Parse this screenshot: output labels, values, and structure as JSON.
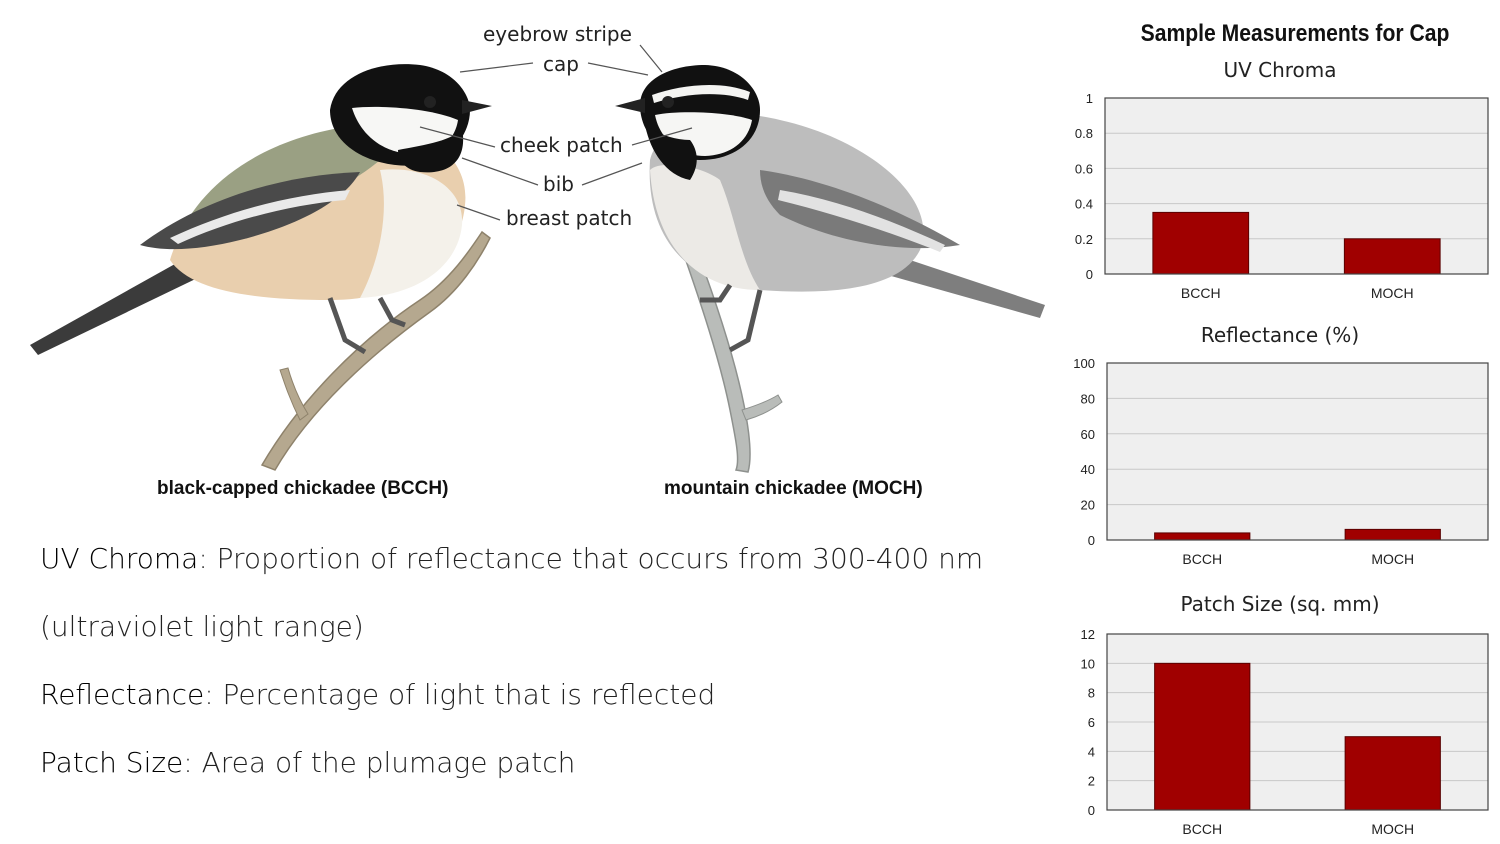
{
  "callouts": {
    "eyebrow_stripe": "eyebrow stripe",
    "cap": "cap",
    "cheek_patch": "cheek patch",
    "bib": "bib",
    "breast_patch": "breast patch"
  },
  "birds": {
    "left_name": "black-capped chickadee (BCCH)",
    "right_name": "mountain chickadee (MOCH)"
  },
  "definitions": [
    {
      "term": "UV Chroma",
      "text": ": Proportion of reflectance that occurs from 300-400 nm"
    },
    {
      "term": "",
      "text": "(ultraviolet light range)"
    },
    {
      "term": "Reflectance",
      "text": ": Percentage of light that is reflected"
    },
    {
      "term": "Patch Size",
      "text": ": Area of the plumage patch"
    }
  ],
  "charts_title": "Sample Measurements for Cap",
  "colors": {
    "bar": "#a00000",
    "plot_bg": "#efefef",
    "grid": "#c8c8c8",
    "frame": "#444444"
  },
  "chart_data": [
    {
      "type": "bar",
      "title": "UV Chroma",
      "categories": [
        "BCCH",
        "MOCH"
      ],
      "values": [
        0.35,
        0.2
      ],
      "ylim": [
        0,
        1
      ],
      "yticks": [
        0,
        0.2,
        0.4,
        0.6,
        0.8,
        1
      ],
      "ytick_labels": [
        "0",
        "0.2",
        "0.4",
        "0.6",
        "0.8",
        "1"
      ],
      "grid": true
    },
    {
      "type": "bar",
      "title": "Reflectance (%)",
      "categories": [
        "BCCH",
        "MOCH"
      ],
      "values": [
        4,
        6
      ],
      "ylim": [
        0,
        100
      ],
      "yticks": [
        0,
        20,
        40,
        60,
        80,
        100
      ],
      "ytick_labels": [
        "0",
        "20",
        "40",
        "60",
        "80",
        "100"
      ],
      "grid": true
    },
    {
      "type": "bar",
      "title": "Patch Size (sq. mm)",
      "categories": [
        "BCCH",
        "MOCH"
      ],
      "values": [
        10,
        5
      ],
      "ylim": [
        0,
        12
      ],
      "yticks": [
        0,
        2,
        4,
        6,
        8,
        10,
        12
      ],
      "ytick_labels": [
        "0",
        "2",
        "4",
        "6",
        "8",
        "10",
        "12"
      ],
      "grid": true
    }
  ]
}
